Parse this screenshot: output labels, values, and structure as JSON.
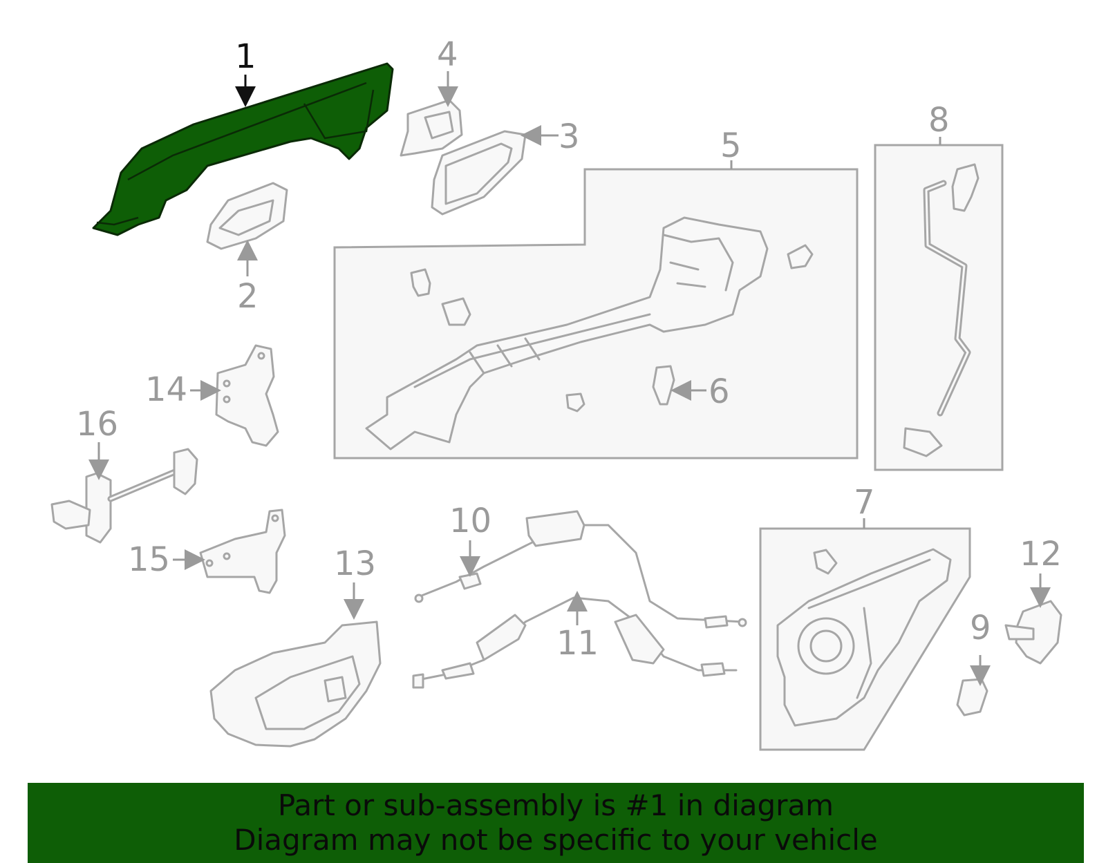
{
  "diagram": {
    "highlighted_part": "1",
    "highlight_color": "#0e5e06",
    "callouts": [
      "1",
      "2",
      "3",
      "4",
      "5",
      "6",
      "7",
      "8",
      "9",
      "10",
      "11",
      "12",
      "13",
      "14",
      "15",
      "16"
    ]
  },
  "banner": {
    "line1": "Part or sub-assembly is #1 in diagram",
    "line2": "Diagram may not be specific to your vehicle",
    "background": "#0e5e06"
  }
}
